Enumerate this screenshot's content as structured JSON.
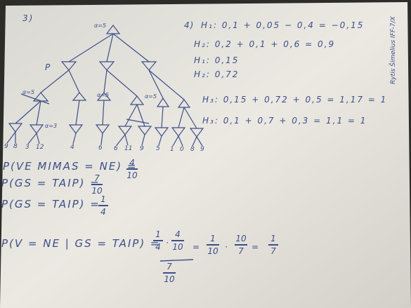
{
  "problem_number": "3)",
  "tree": {
    "root_label": "α=5",
    "p_label": "P",
    "node_labels": [
      "α=5",
      "α=5",
      "α=5",
      "α=3"
    ],
    "leaf_labels": [
      "9",
      "8",
      "3",
      "12",
      "4",
      "6",
      "6",
      "11",
      "9",
      "5",
      "1",
      "0",
      "8",
      "9"
    ]
  },
  "part4": {
    "label": "4)",
    "lines": [
      "H₁: 0,1 + 0,05 − 0,4 = −0,15",
      "H₂: 0,2 + 0,1 + 0,6 = 0,9",
      "H₁: 0,15",
      "H₂: 0,72",
      "H₃: 0,15 + 0,72 + 0,5 = 1,17 = 1",
      "H₃: 0,1 + 0,7 + 0,3 = 1,1 = 1"
    ]
  },
  "signature": "Rytis Šimelius IFF-7/X",
  "probabilities": {
    "line1_lhs": "P(VE MIMAS = NE) =",
    "line1_num": "4",
    "line1_den": "10",
    "line2_lhs": "P(GS = TAIP) =",
    "line2_num": "7",
    "line2_den": "10",
    "line3_lhs": "P(GS = TAIP) =",
    "line3_num": "1",
    "line3_den": "4",
    "bayes_lhs": "P(V = NE | GS = TAIP) =",
    "bayes_top_a_num": "1",
    "bayes_top_a_den": "4",
    "bayes_top_b_num": "4",
    "bayes_top_b_den": "10",
    "bayes_bot_num": "7",
    "bayes_bot_den": "10",
    "step_a_num": "1",
    "step_a_den": "10",
    "step_b_num": "10",
    "step_b_den": "7",
    "result_num": "1",
    "result_den": "7"
  },
  "colors": {
    "ink": "#3d4f8a",
    "paper": "#e9e7e0",
    "background": "#2c2c28"
  }
}
